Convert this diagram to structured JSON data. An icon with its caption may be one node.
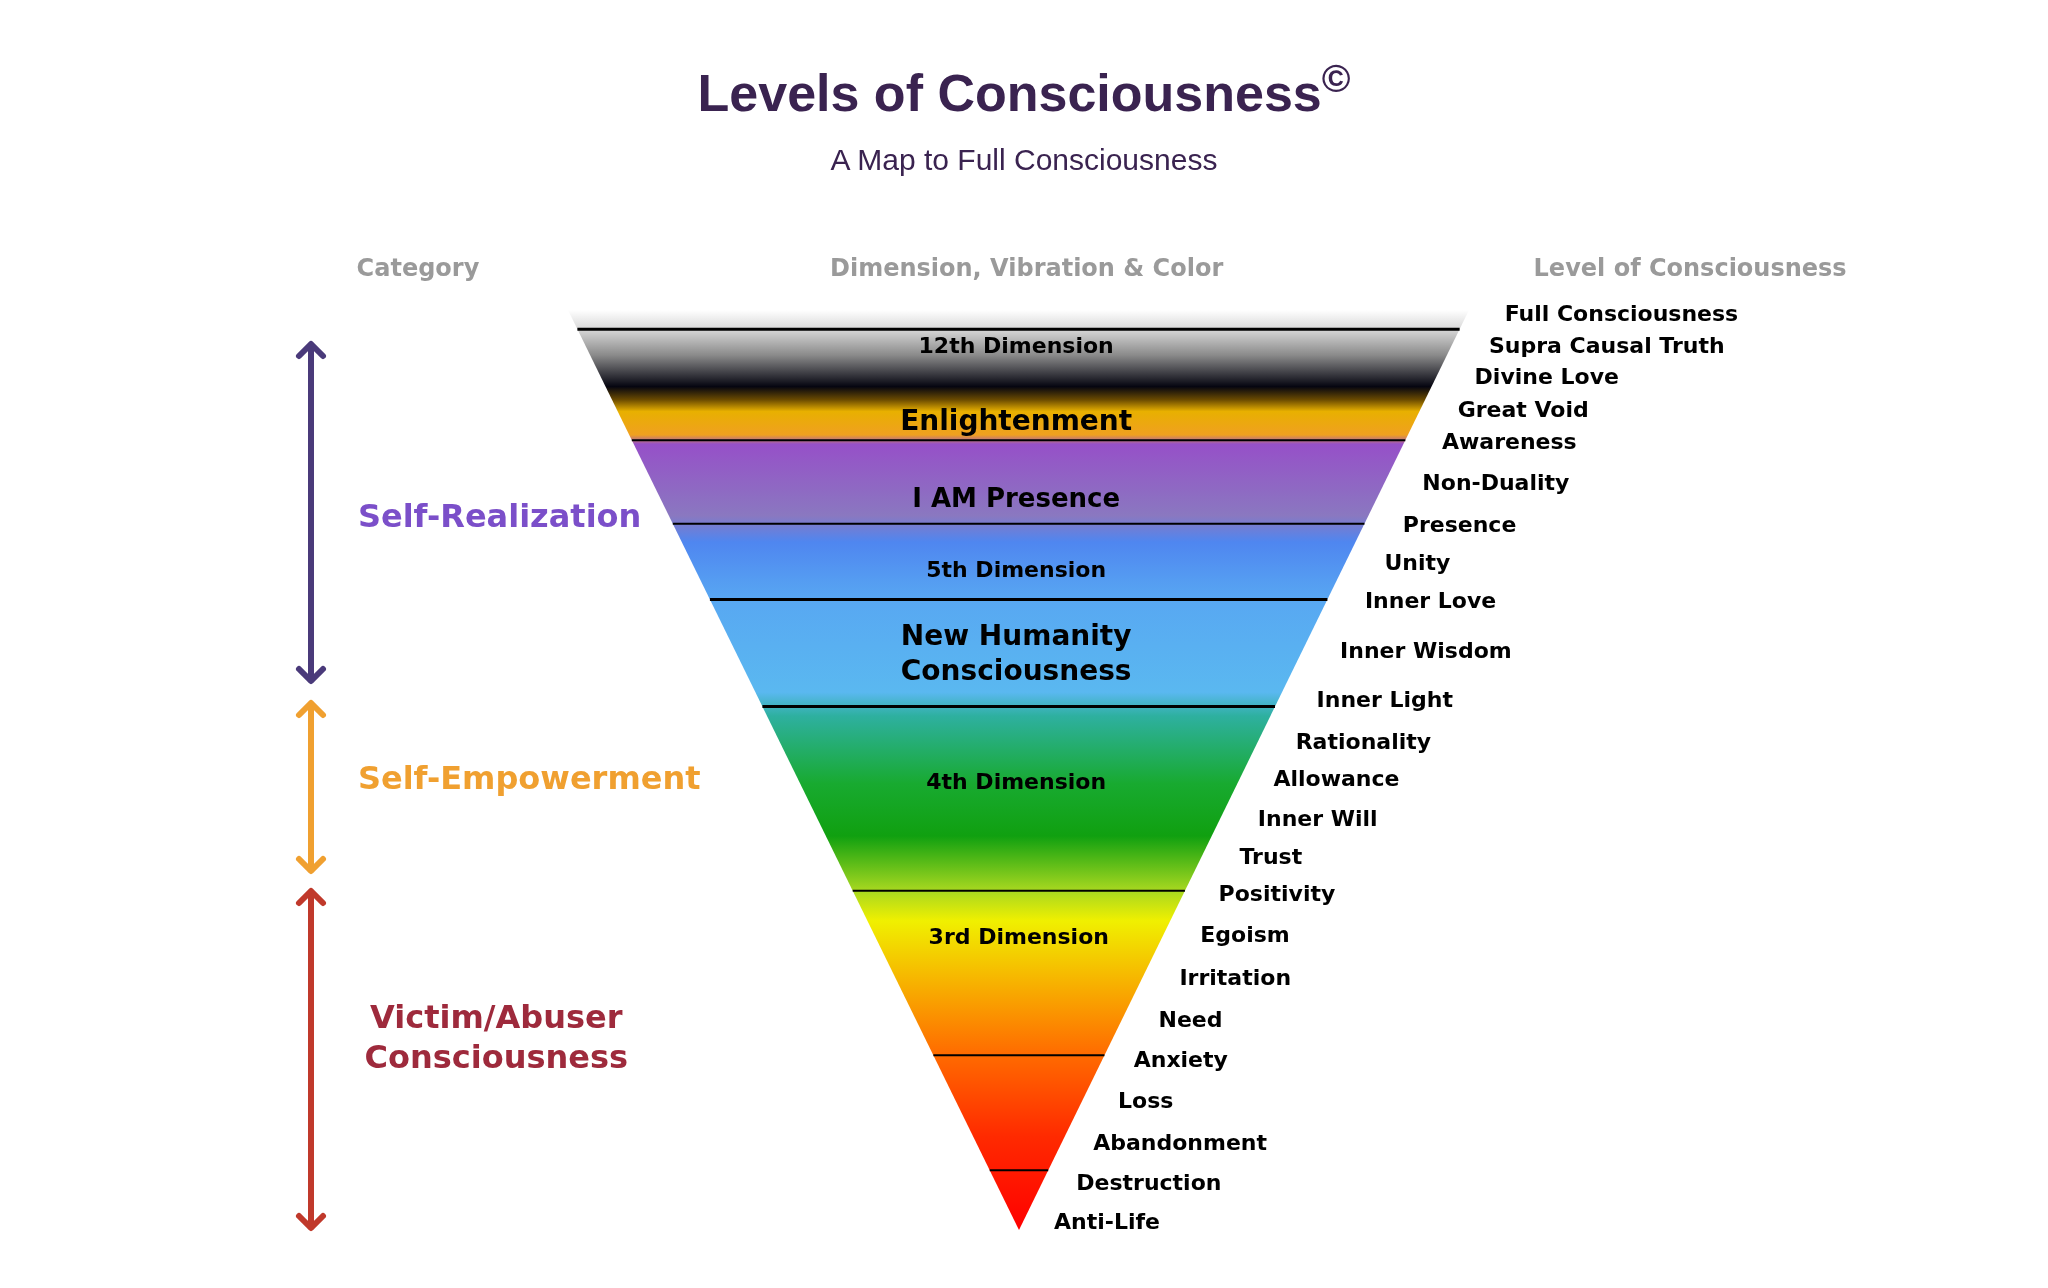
{
  "diagram": {
    "title": "Levels of Consciousness$^{©}$",
    "labels": [
      "A Map to Full Consciousness",
      "Category",
      "Dimension, Vibration & Color",
      "Level of Consciousness",
      "Self-Realization",
      "Self-Empowerment",
      "Victim/Abuser Consciousness",
      "12th Dimension",
      "Enlightenment",
      "I AM Presence",
      "5th Dimension",
      "New Humanity Consciousness",
      "4th Dimension",
      "3rd Dimension",
      "Full Consciousness",
      "Supra Causal Truth",
      "Divine Love",
      "Great Void",
      "Awareness",
      "Non-Duality",
      "Presence",
      "Unity",
      "Inner Love",
      "Inner Wisdom",
      "Inner Light",
      "Rationality",
      "Allowance",
      "Inner Will",
      "Trust",
      "Positivity",
      "Egoism",
      "Irritation",
      "Need",
      "Anxiety",
      "Loss",
      "Abandonment",
      "Destruction",
      "Anti-Life"
    ]
  }
}
